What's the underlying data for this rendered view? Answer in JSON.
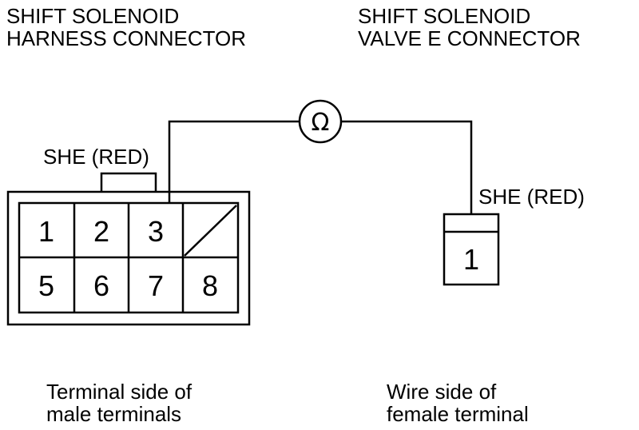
{
  "harness_connector": {
    "title_lines": [
      "SHIFT SOLENOID",
      "HARNESS CONNECTOR"
    ],
    "wire_label": "SHE (RED)",
    "pins_top": [
      "1",
      "2",
      "3"
    ],
    "pins_bottom": [
      "5",
      "6",
      "7",
      "8"
    ],
    "caption_lines": [
      "Terminal side of",
      "male terminals"
    ]
  },
  "valve_connector": {
    "title_lines": [
      "SHIFT SOLENOID",
      "VALVE E CONNECTOR"
    ],
    "wire_label": "SHE (RED)",
    "pin": "1",
    "caption_lines": [
      "Wire side of",
      "female terminal"
    ]
  },
  "meter": {
    "symbol": "Ω"
  }
}
